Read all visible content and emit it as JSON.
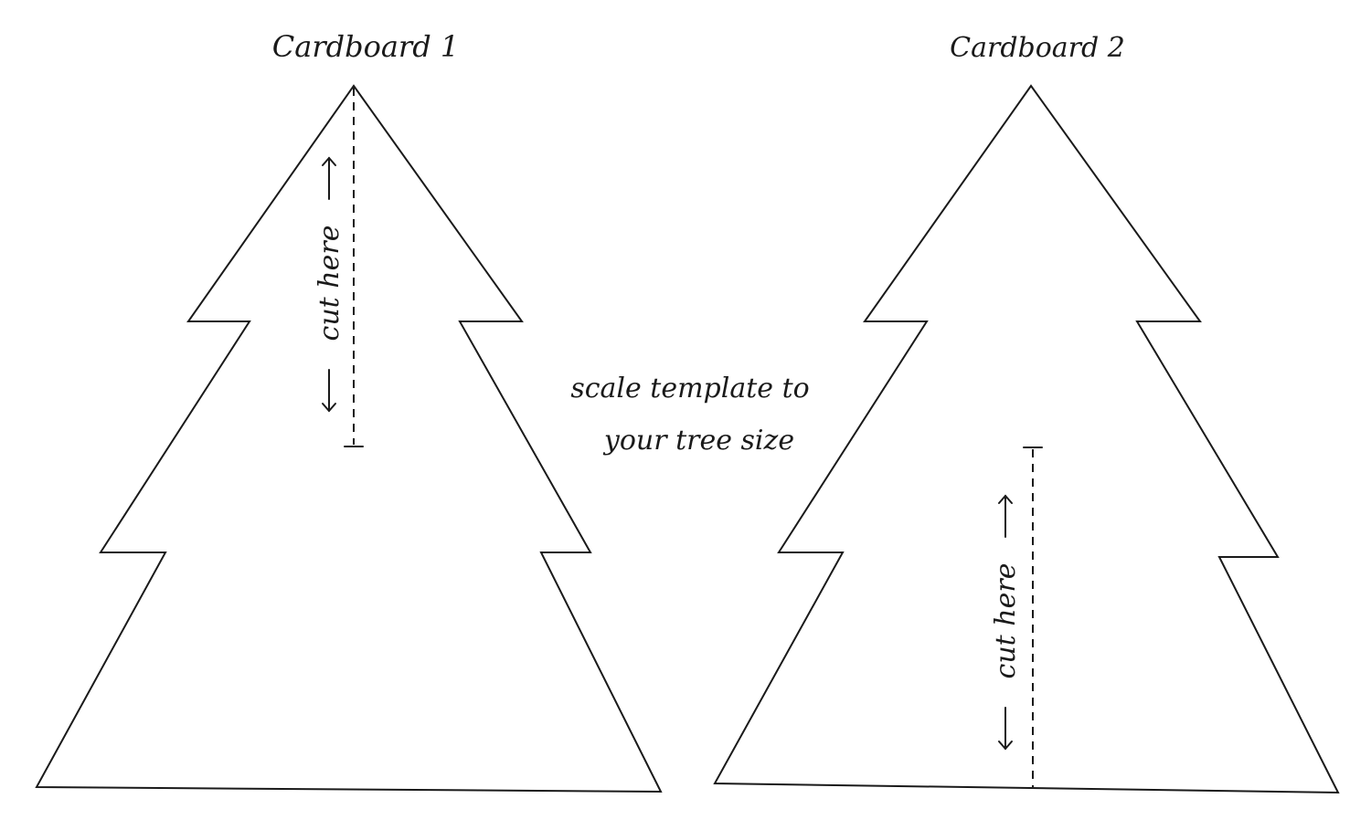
{
  "templates": [
    {
      "label": "Cardboard 1",
      "cut_label": "cut here"
    },
    {
      "label": "Cardboard 2",
      "cut_label": "cut here"
    }
  ],
  "note": {
    "line1": "scale template to",
    "line2": "your tree size"
  },
  "colors": {
    "ink": "#1a1a1a",
    "paper": "#ffffff"
  }
}
